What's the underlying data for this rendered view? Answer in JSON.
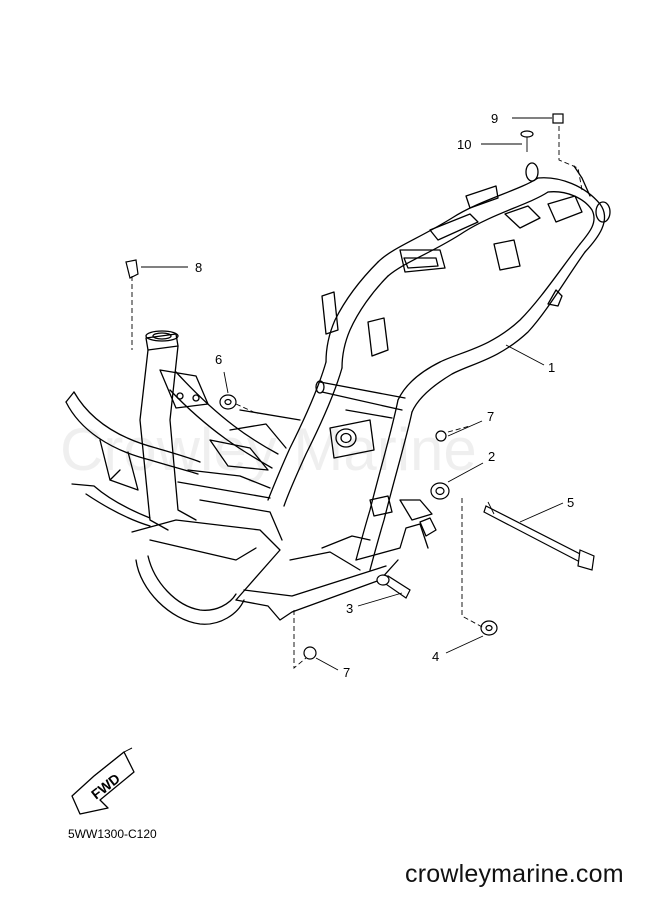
{
  "watermark": "Crowley Marine",
  "footer": {
    "part_code": "5WW1300-C120",
    "site": "crowleymarine.com"
  },
  "fwd_label": "FWD",
  "callouts": [
    {
      "id": "c1",
      "number": "1"
    },
    {
      "id": "c2",
      "number": "2"
    },
    {
      "id": "c3",
      "number": "3"
    },
    {
      "id": "c4",
      "number": "4"
    },
    {
      "id": "c5",
      "number": "5"
    },
    {
      "id": "c6",
      "number": "6"
    },
    {
      "id": "c7a",
      "number": "7"
    },
    {
      "id": "c7b",
      "number": "7"
    },
    {
      "id": "c8",
      "number": "8"
    },
    {
      "id": "c9",
      "number": "9"
    },
    {
      "id": "c10",
      "number": "10"
    }
  ]
}
